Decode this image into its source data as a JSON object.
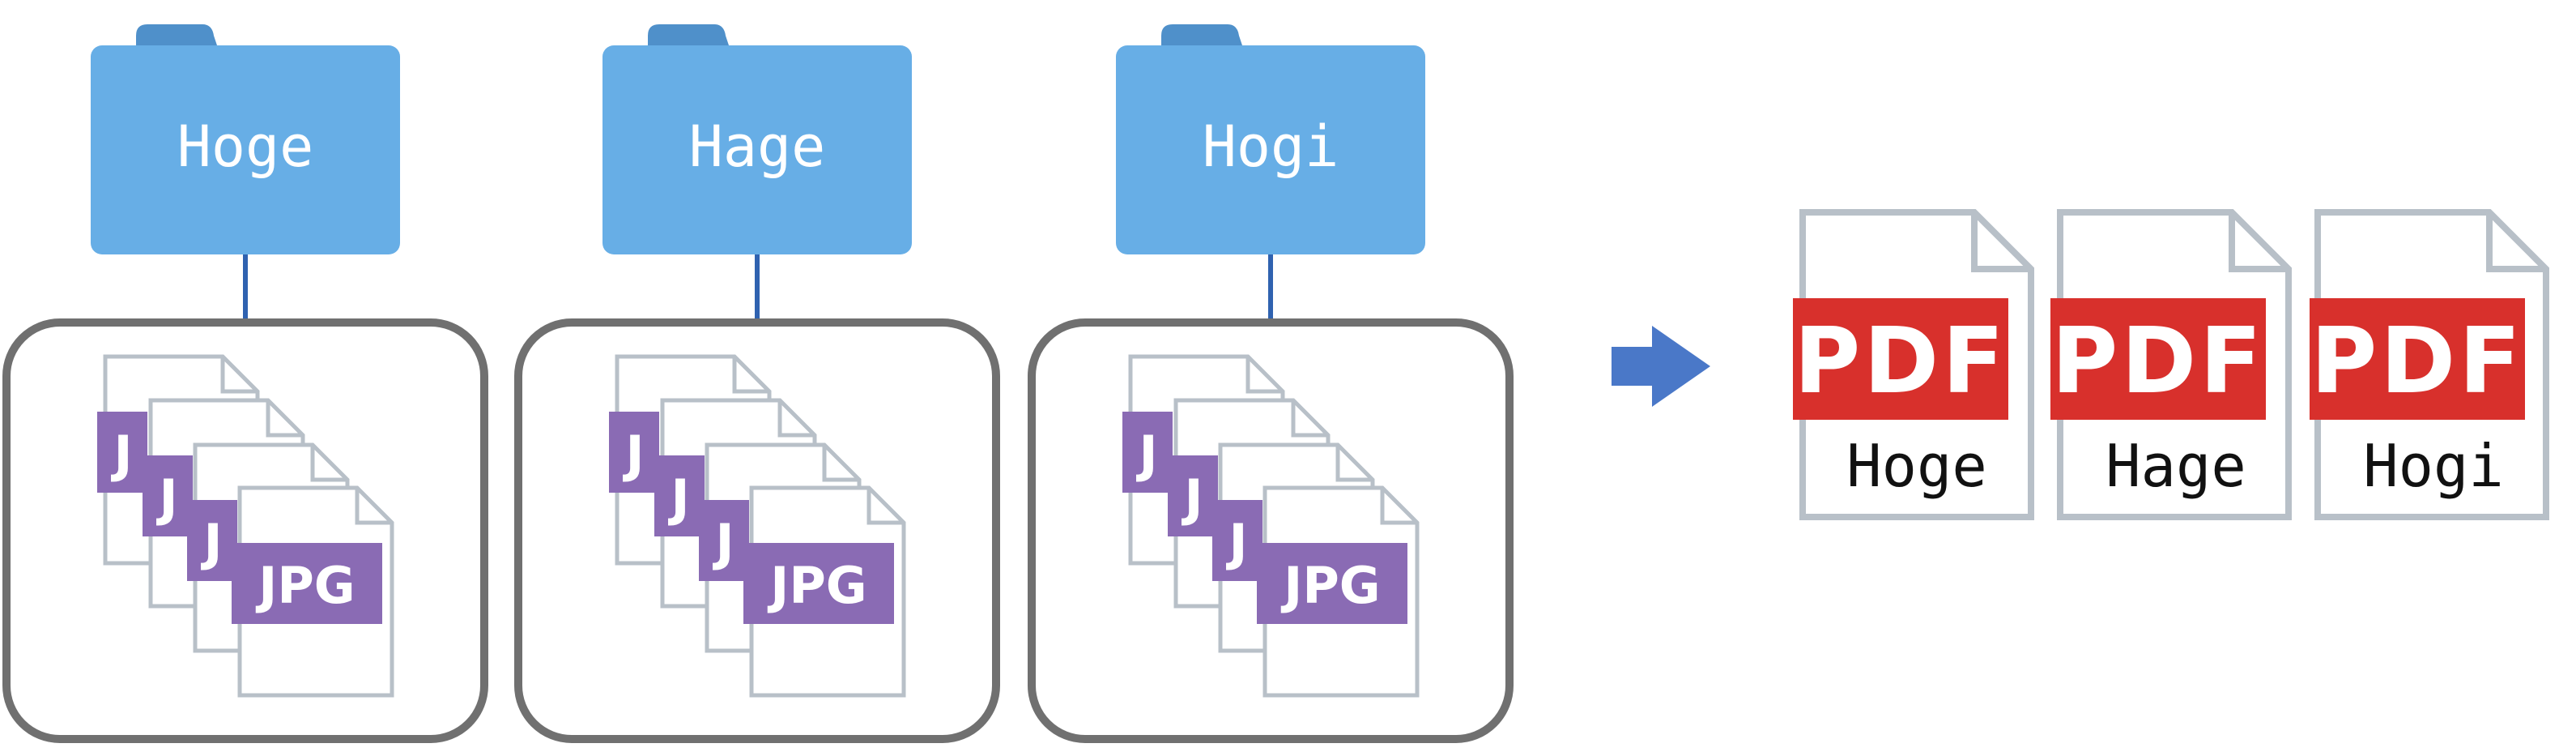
{
  "folders": [
    {
      "label": "Hoge"
    },
    {
      "label": "Hage"
    },
    {
      "label": "Hogi"
    }
  ],
  "jpg": {
    "badge_text": "JPG",
    "stub_text": "J"
  },
  "pdfs": [
    {
      "badge": "PDF",
      "name": "Hoge"
    },
    {
      "badge": "PDF",
      "name": "Hage"
    },
    {
      "badge": "PDF",
      "name": "Hogi"
    }
  ],
  "colors": {
    "folder_fill": "#67aee6",
    "folder_tab": "#4f90ca",
    "connector": "#2f62b0",
    "group_border": "#707070",
    "file_outline": "#b8c0c8",
    "jpg_badge": "#8a6bb4",
    "pdf_badge": "#d8302c",
    "arrow": "#4a78c8"
  },
  "icons": [
    "folder-icon",
    "jpg-file-icon",
    "arrow-right-icon",
    "pdf-file-icon"
  ]
}
